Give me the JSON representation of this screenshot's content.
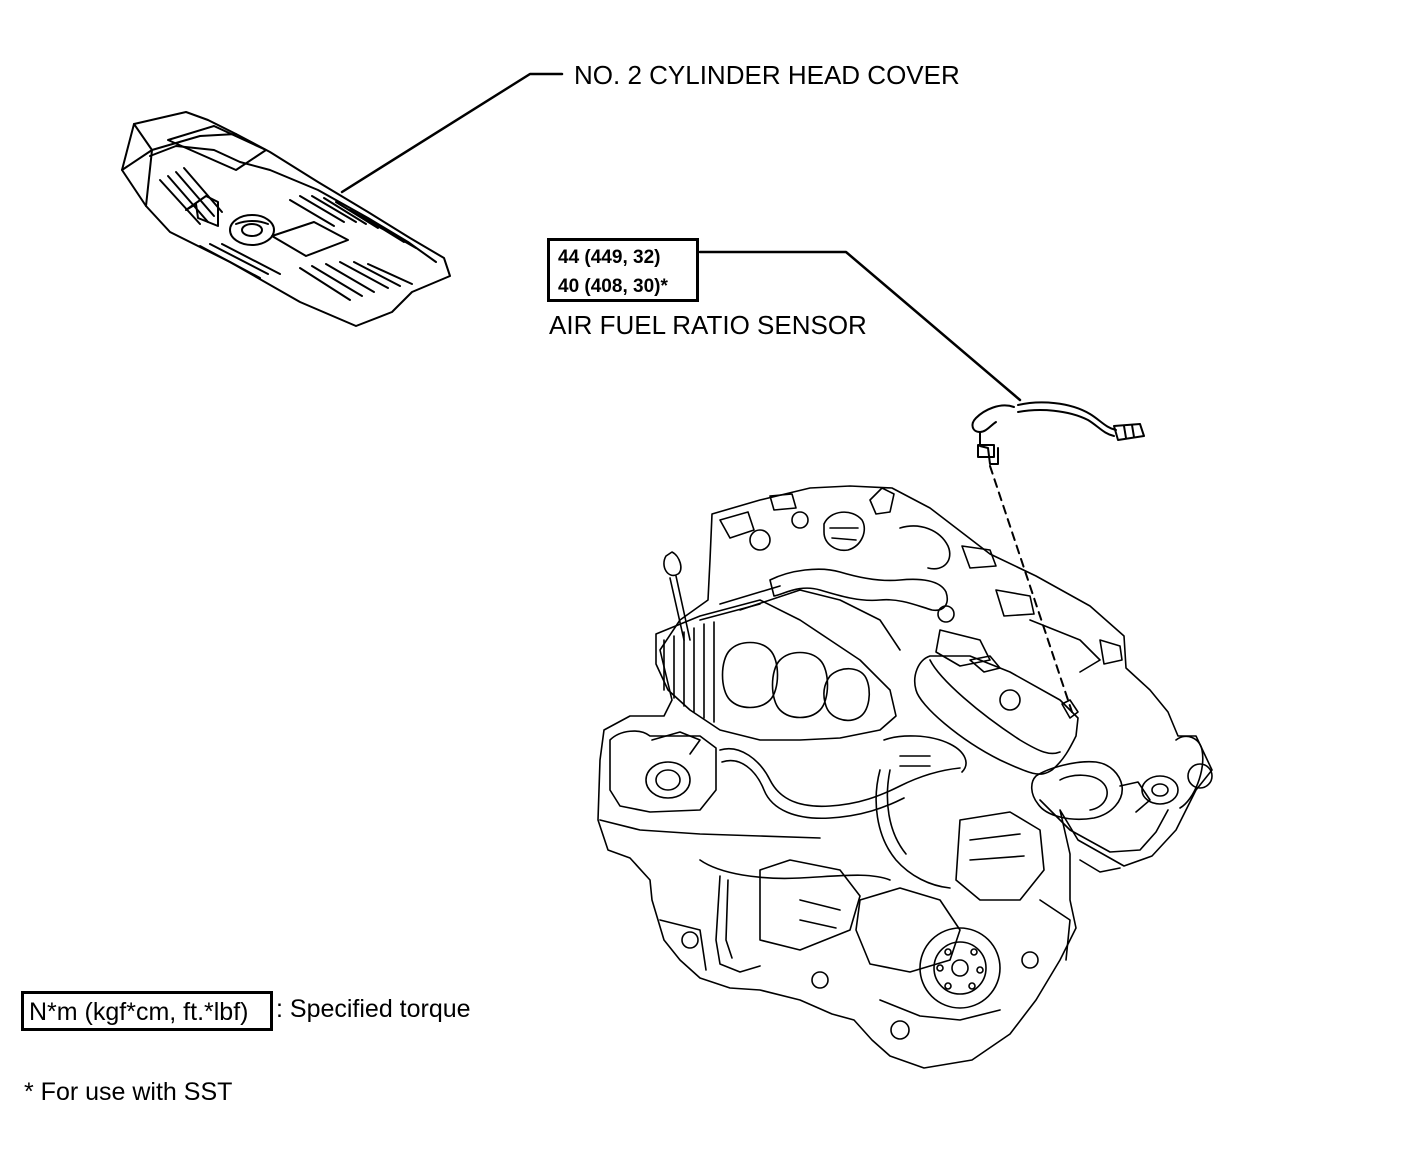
{
  "labels": {
    "cover": "NO. 2 CYLINDER HEAD COVER",
    "sensor": "AIR FUEL RATIO SENSOR"
  },
  "torque": {
    "line1": "44 (449, 32)",
    "line2": "40 (408, 30)*"
  },
  "legend": {
    "unit": "N*m (kgf*cm, ft.*lbf)",
    "description": ": Specified torque",
    "sst_note": "* For use with SST"
  }
}
